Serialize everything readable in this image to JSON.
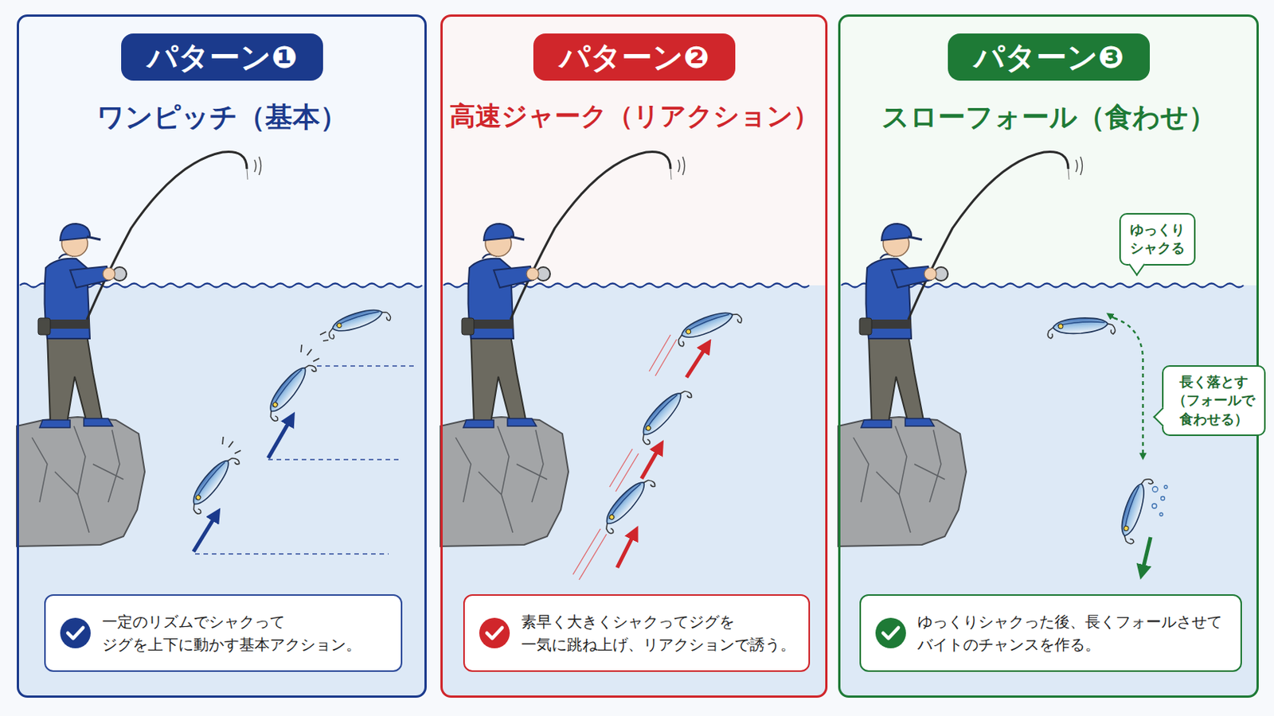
{
  "diagram": {
    "nodes": [
      {
        "text": [
          "ワンピッチ（基本）"
        ]
      },
      {
        "text": [
          "パターン❶"
        ],
        "in": 0
      },
      {
        "text": [
          "一定のリズムでシャクって ジグを上下に動かす基本アクション。"
        ],
        "in": 0
      },
      {
        "text": [
          "高速ジャーク（リアクション）"
        ]
      },
      {
        "text": [
          "パターン❷"
        ],
        "in": 3
      },
      {
        "text": [
          "素早く大きくシャクってジグを 一気に跳ね上げ、リアクションで誘う。"
        ],
        "in": 3
      },
      {
        "text": [
          "スローフォール（食わせ）"
        ]
      },
      {
        "text": [
          "パターン❸"
        ],
        "in": 6
      },
      {
        "text": [
          "ゆっくり シャクる"
        ],
        "in": 6
      },
      {
        "text": [
          "長く落とす （フォールで 食わせる）"
        ],
        "in": 6
      },
      {
        "text": [
          "ゆっくりシャクった後、長くフォールさせて バイトのチャンスを作る。"
        ],
        "in": 6
      }
    ]
  }
}
